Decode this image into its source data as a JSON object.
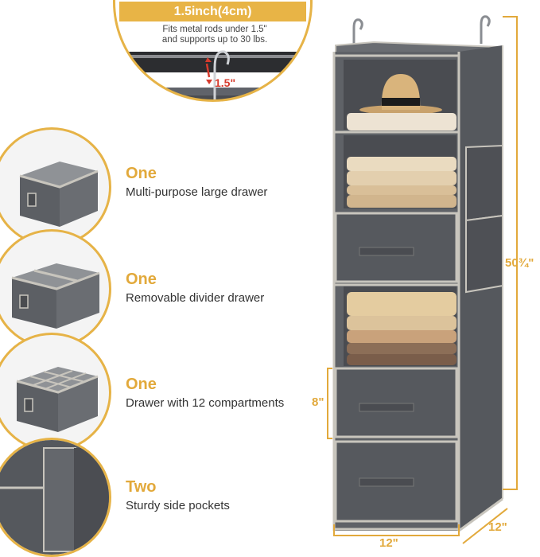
{
  "colors": {
    "accent": "#e2a93b",
    "fabric": "#5f6267",
    "trim": "#c8c5bd"
  },
  "callout": {
    "title": "1.5inch(4cm)",
    "desc_line1": "Fits metal rods under 1.5\"",
    "desc_line2": "and supports up to 30 lbs.",
    "rod_label": "1.5\""
  },
  "features": [
    {
      "count": "One",
      "desc": "Multi-purpose large drawer",
      "icon": "large-drawer-image"
    },
    {
      "count": "One",
      "desc": "Removable divider drawer",
      "icon": "divider-drawer-image"
    },
    {
      "count": "One",
      "desc": "Drawer with 12 compartments",
      "icon": "compartment-drawer-image"
    },
    {
      "count": "Two",
      "desc": "Sturdy side pockets",
      "icon": "side-pocket-image"
    }
  ],
  "dimensions": {
    "height": "50¾\"",
    "drawer": "8\"",
    "width": "12\"",
    "depth": "12\""
  }
}
